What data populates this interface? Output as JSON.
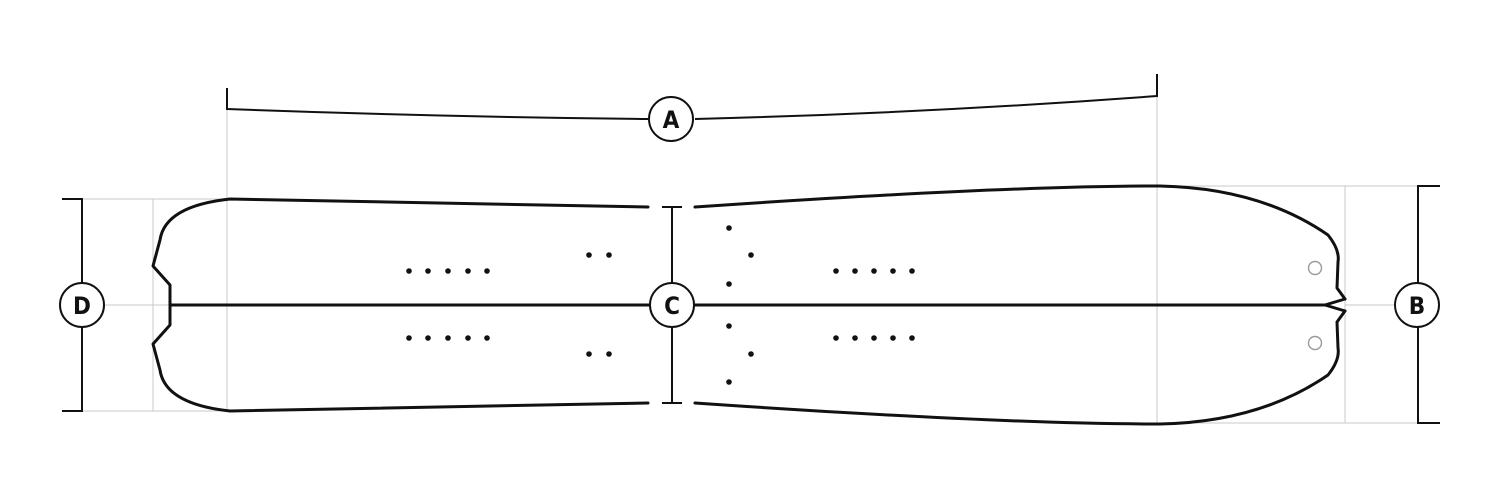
{
  "labels": {
    "length": "A",
    "tail_width": "B",
    "waist_width": "C",
    "nose_width": "D"
  },
  "colors": {
    "outline": "#111111",
    "guide": "#c8c8c8",
    "skin_hole": "#9a9a9a"
  }
}
